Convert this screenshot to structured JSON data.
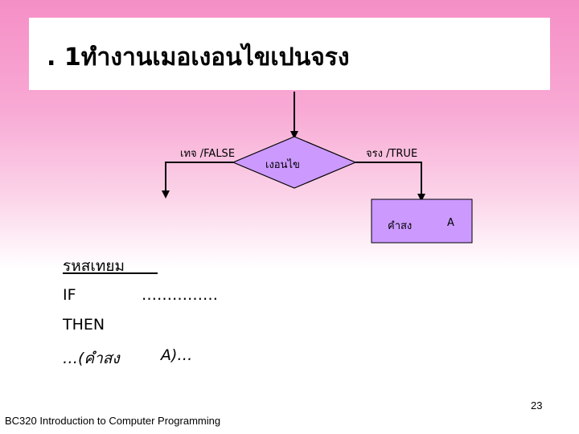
{
  "title": ". 1ทำงานเมอเงอนไขเปนจรง",
  "flowchart": {
    "decision_label": "เงอนไข",
    "false_label": "เทจ /FALSE",
    "true_label": "จรง /TRUE",
    "process_label": "คำสง",
    "process_suffix": "A",
    "colors": {
      "diamond_fill": "#cc99ff",
      "box_fill": "#cc99ff",
      "line": "#000000"
    }
  },
  "pseudocode": {
    "heading": "รหสเทยม",
    "if_keyword": "IF",
    "if_dots": "……………",
    "then_keyword": "THEN",
    "statement_prefix": "…(คำสง",
    "statement_suffix": "A)…"
  },
  "footer": {
    "course": "BC320 Introduction to Computer Programming",
    "page_number": "23"
  }
}
